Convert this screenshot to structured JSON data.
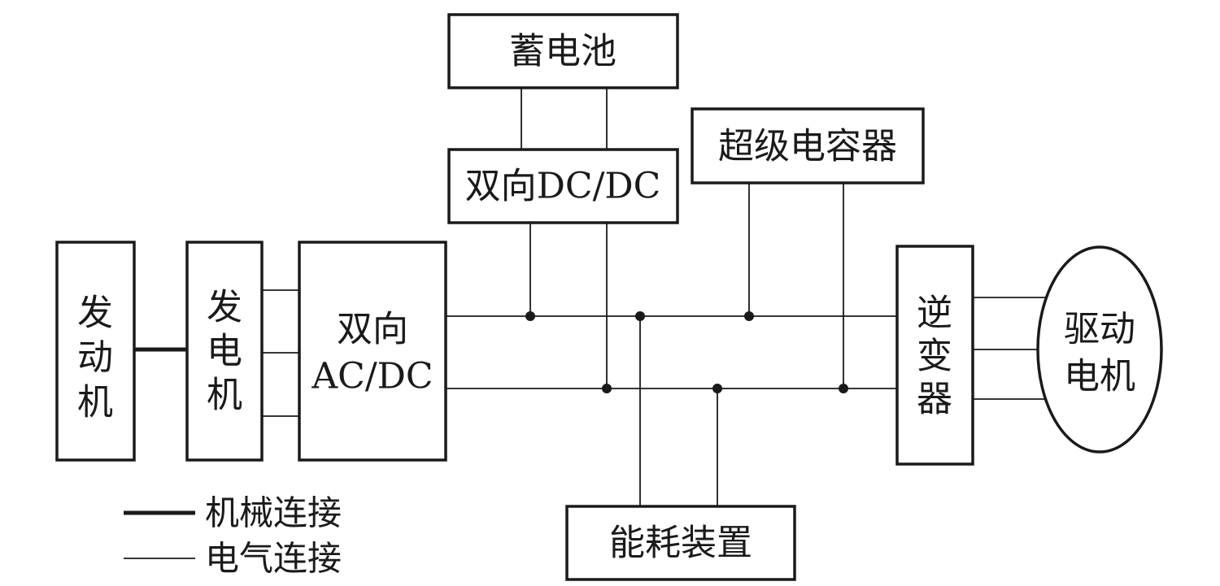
{
  "blocks": {
    "battery": "蓄电池",
    "bidirectional_dcdc": "双向DC/DC",
    "supercapacitor": "超级电容器",
    "engine": [
      "发",
      "动",
      "机"
    ],
    "generator": [
      "发",
      "电",
      "机"
    ],
    "bidirectional_acdc": [
      "双向",
      "AC/DC"
    ],
    "inverter": [
      "逆",
      "变",
      "器"
    ],
    "drive_motor": [
      "驱动",
      "电机"
    ],
    "energy_dissipation": "能耗装置"
  },
  "legend": {
    "mechanical": "机械连接",
    "electrical": "电气连接"
  }
}
